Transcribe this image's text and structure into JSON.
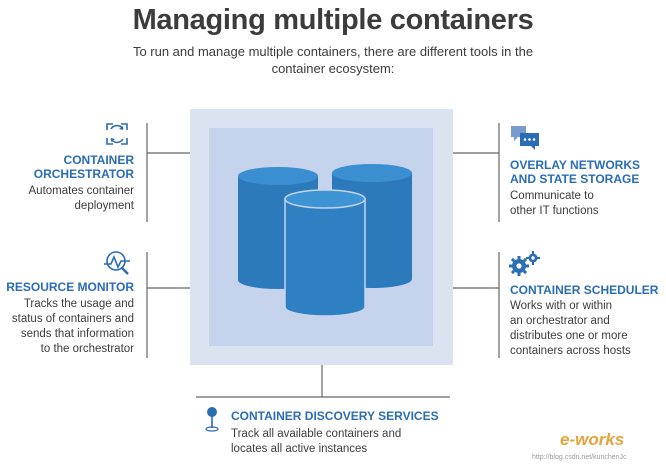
{
  "title": "Managing multiple containers",
  "subtitle": "To run and manage multiple containers, there are different tools in the container ecosystem:",
  "sections": {
    "orchestrator": {
      "heading_line1": "CONTAINER",
      "heading_line2": "ORCHESTRATOR",
      "desc": [
        "Automates container",
        "deployment"
      ]
    },
    "monitor": {
      "heading": "RESOURCE MONITOR",
      "desc": [
        "Tracks the usage and",
        "status of containers and",
        "sends that information",
        "to the orchestrator"
      ]
    },
    "overlay": {
      "heading_line1": "OVERLAY NETWORKS",
      "heading_line2": "AND STATE STORAGE",
      "desc": [
        "Communicate to",
        "other IT functions"
      ]
    },
    "scheduler": {
      "heading": "CONTAINER SCHEDULER",
      "desc": [
        "Works with or within",
        "an orchestrator and",
        "distributes one or more",
        "containers across hosts"
      ]
    },
    "discovery": {
      "heading": "CONTAINER DISCOVERY SERVICES",
      "desc": [
        "Track all available containers and",
        "locates all active instances"
      ]
    }
  },
  "watermark": "e-works",
  "watermark_url": "http://blog.csdn.net/kunchenJc",
  "colors": {
    "accent": "#2a6db5",
    "box_outer": "#dbe3f1",
    "box_inner": "#c5d4ec",
    "cylinder": "#2f80c3",
    "cylinder_top": "#3a8fd0",
    "line": "#555555"
  }
}
